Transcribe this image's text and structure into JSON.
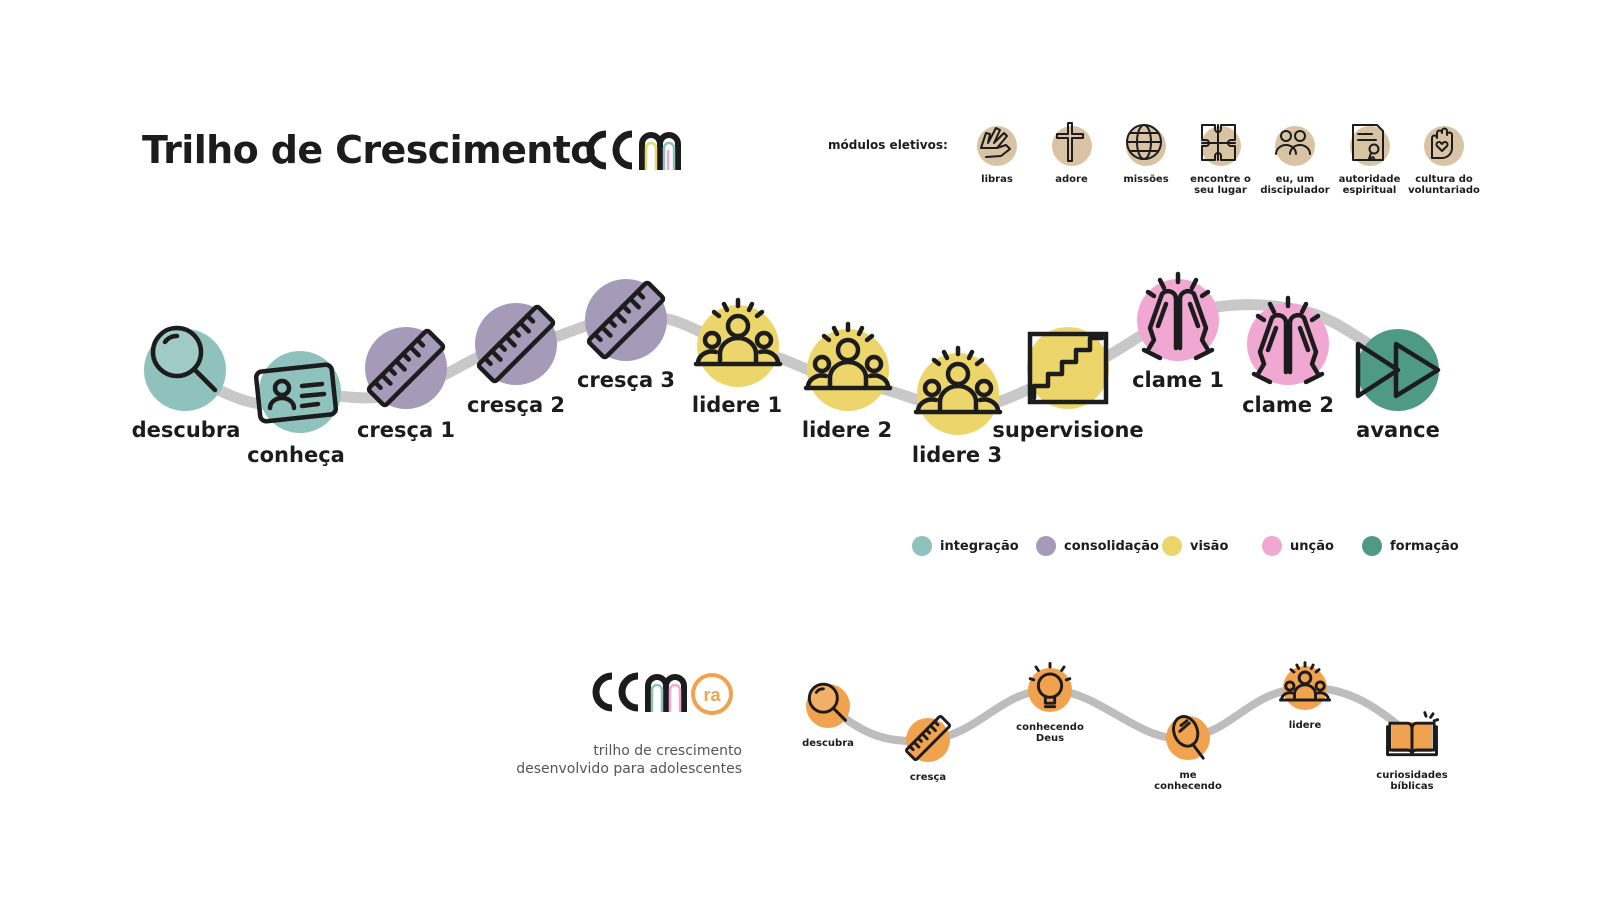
{
  "header": {
    "title": "Trilho de Crescimento",
    "logo_text": "CCM"
  },
  "electives": {
    "label": "módulos eletivos:",
    "items": [
      {
        "label": "libras",
        "icon": "hands-sign-icon"
      },
      {
        "label": "adore",
        "icon": "cross-icon"
      },
      {
        "label": "missões",
        "icon": "globe-icon"
      },
      {
        "label": "encontre o\nseu lugar",
        "icon": "puzzle-icon"
      },
      {
        "label": "eu, um\ndiscipulador",
        "icon": "people-icon"
      },
      {
        "label": "autoridade\nespiritual",
        "icon": "document-seal-icon"
      },
      {
        "label": "cultura do\nvoluntariado",
        "icon": "heart-hand-icon"
      }
    ],
    "color": "#d8c4a4"
  },
  "track": {
    "stages": [
      {
        "label": "descubra",
        "icon": "magnifier-icon",
        "category": "integração"
      },
      {
        "label": "conheça",
        "icon": "id-card-icon",
        "category": "integração"
      },
      {
        "label": "cresça 1",
        "icon": "ruler-icon",
        "category": "consolidação"
      },
      {
        "label": "cresça 2",
        "icon": "ruler-icon",
        "category": "consolidação"
      },
      {
        "label": "cresça 3",
        "icon": "ruler-icon",
        "category": "consolidação"
      },
      {
        "label": "lidere 1",
        "icon": "leader-group-icon",
        "category": "visão"
      },
      {
        "label": "lidere 2",
        "icon": "leader-group-icon",
        "category": "visão"
      },
      {
        "label": "lidere 3",
        "icon": "leader-group-icon",
        "category": "visão"
      },
      {
        "label": "supervisione",
        "icon": "stairs-icon",
        "category": "visão"
      },
      {
        "label": "clame 1",
        "icon": "praying-hands-icon",
        "category": "unção"
      },
      {
        "label": "clame 2",
        "icon": "praying-hands-icon",
        "category": "unção"
      },
      {
        "label": "avance",
        "icon": "fast-forward-icon",
        "category": "formação"
      }
    ]
  },
  "legend": [
    {
      "label": "integração",
      "color": "#8fc1bd"
    },
    {
      "label": "consolidação",
      "color": "#a59ab8"
    },
    {
      "label": "visão",
      "color": "#ecd66c"
    },
    {
      "label": "unção",
      "color": "#f0a8d2"
    },
    {
      "label": "formação",
      "color": "#4f9a85"
    }
  ],
  "teen": {
    "logo_text": "CCM ra",
    "subtitle": "trilho de crescimento\ndesenvolvido para adolescentes",
    "color": "#f0a24e",
    "stages": [
      {
        "label": "descubra",
        "icon": "magnifier-icon"
      },
      {
        "label": "cresça",
        "icon": "ruler-icon"
      },
      {
        "label": "conhecendo\nDeus",
        "icon": "lightbulb-icon"
      },
      {
        "label": "me\nconhecendo",
        "icon": "mirror-icon"
      },
      {
        "label": "lidere",
        "icon": "leader-group-icon"
      },
      {
        "label": "curiosidades\nbíblicas",
        "icon": "open-book-icon"
      }
    ]
  }
}
